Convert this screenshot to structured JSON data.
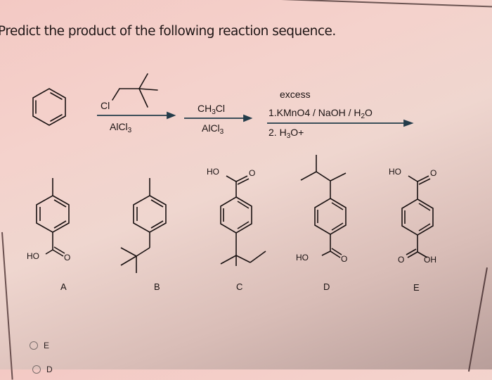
{
  "question": {
    "text": "Predict the product of the following reaction sequence."
  },
  "reaction": {
    "starting_material": "benzene",
    "step1": {
      "reagent_above": "Cl",
      "reagent_above_structure": "neopentyl chloride (1-chloro-2,2-dimethylpropane)",
      "reagent_below": "AlCl3",
      "reagent_below_main": "AlCl",
      "reagent_below_sub": "3"
    },
    "step2": {
      "reagent_above_main": "CH",
      "reagent_above_sub": "3",
      "reagent_above_tail": "Cl",
      "reagent_below_main": "AlCl",
      "reagent_below_sub": "3"
    },
    "step3": {
      "note": "excess",
      "line1_main": "1.KMnO4 / NaOH / H",
      "line1_sub": "2",
      "line1_tail": "O",
      "line2_main": "2. H",
      "line2_sub": "3",
      "line2_tail": "O+"
    }
  },
  "options": [
    {
      "letter": "A",
      "structure": "4-methylbenzoic acid",
      "labels": [
        "HO",
        "O"
      ]
    },
    {
      "letter": "B",
      "structure": "1-methyl-4-neopentylbenzene",
      "labels": []
    },
    {
      "letter": "C",
      "structure": "4-tert-pentylbenzoic acid",
      "labels": [
        "HO",
        "O"
      ]
    },
    {
      "letter": "D",
      "structure": "4-(3-methylbutan-2-yl)benzoic acid",
      "labels": [
        "HO",
        "O"
      ]
    },
    {
      "letter": "E",
      "structure": "terephthalic acid",
      "labels": [
        "HO",
        "O",
        "O",
        "OH"
      ]
    }
  ],
  "answers": [
    {
      "label": "E",
      "selected": false
    },
    {
      "label": "D",
      "selected": false
    }
  ],
  "colors": {
    "ink": "#1a1212",
    "arrow": "#233c4a",
    "background": "#f3cfc9"
  }
}
